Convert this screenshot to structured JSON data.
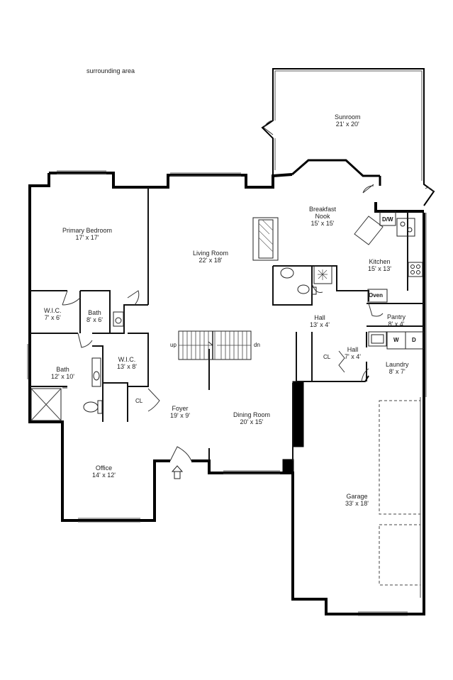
{
  "surrounding_label": "surrounding area",
  "rooms": {
    "sunroom": {
      "name": "Sunroom",
      "dim": "21' x 20'"
    },
    "breakfast_nook": {
      "name_line1": "Breakfast",
      "name_line2": "Nook",
      "dim": "15' x 15'"
    },
    "primary_bedroom": {
      "name": "Primary Bedroom",
      "dim": "17' x 17'"
    },
    "living_room": {
      "name": "Living Room",
      "dim": "22' x 18'"
    },
    "kitchen": {
      "name": "Kitchen",
      "dim": "15' x 13'"
    },
    "wic_small": {
      "name": "W.I.C.",
      "dim": "7' x 6'"
    },
    "bath_small": {
      "name": "Bath",
      "dim": "8' x 6'"
    },
    "hall_main": {
      "name": "Hall",
      "dim": "13' x 4'"
    },
    "pantry": {
      "name": "Pantry",
      "dim": "8' x 4'"
    },
    "wic_large": {
      "name": "W.I.C.",
      "dim": "13' x 8'"
    },
    "hall_small": {
      "name": "Hall",
      "dim": "7' x 4'"
    },
    "bath_large": {
      "name": "Bath",
      "dim": "12' x 10'"
    },
    "laundry": {
      "name": "Laundry",
      "dim": "8' x 7'"
    },
    "foyer": {
      "name": "Foyer",
      "dim": "19' x 9'"
    },
    "dining_room": {
      "name": "Dining Room",
      "dim": "20' x 15'"
    },
    "office": {
      "name": "Office",
      "dim": "14' x 12'"
    },
    "garage": {
      "name": "Garage",
      "dim": "33' x 18'"
    }
  },
  "fixtures": {
    "dw": "D/W",
    "oven": "Oven",
    "washer": "W",
    "dryer": "D",
    "closet_hall": "CL",
    "closet_foyer": "CL",
    "stairs_up": "up",
    "stairs_down": "dn"
  },
  "colors": {
    "wall": "#000000",
    "line": "#222222",
    "window": "#555555"
  }
}
